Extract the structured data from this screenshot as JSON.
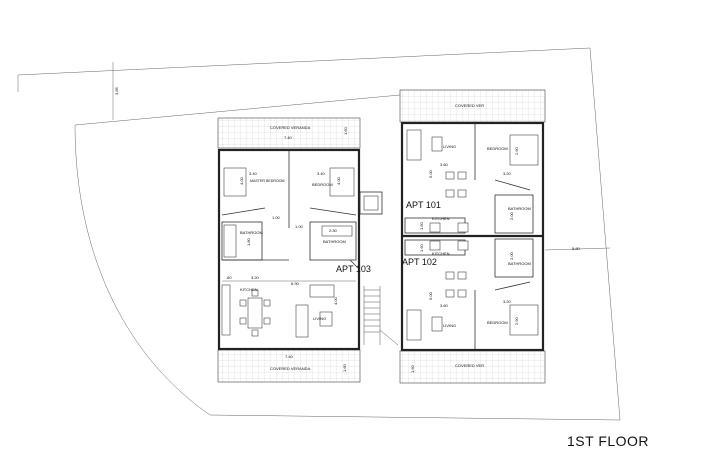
{
  "title": "1ST FLOOR",
  "site": {
    "dim_left": "3.85",
    "dim_right": "5.80"
  },
  "apt103": {
    "label": "APT 103",
    "veranda_top": "COVERED VERANDA",
    "veranda_top_dim": "7.40",
    "veranda_top_depth": "1.60",
    "veranda_bottom": "COVERED VERANDA",
    "veranda_bottom_dim": "7.40",
    "veranda_bottom_depth": "1.60",
    "master_bedroom": "MASTER BEDROOM",
    "master_w": "3.40",
    "master_h": "4.00",
    "bedroom": "BEDROOM",
    "bedroom_w": "3.40",
    "bedroom_h": "4.00",
    "bathroom1": "BATHROOM",
    "bathroom1_dim": "1.80",
    "bathroom2": "BATHROOM",
    "bathroom2_dim": "2.30",
    "corridor_w1": "1.00",
    "corridor_w2": "1.00",
    "kitchen": "KITCHEN",
    "living": "LIVING",
    "dim_a": ".80",
    "dim_b": "3.20",
    "dim_c": "6.90",
    "dim_d": "4.00"
  },
  "apt101": {
    "label": "APT 101",
    "veranda": "COVERED VER",
    "living": "LIVING",
    "living_w": "3.60",
    "living_h": "5.00",
    "bedroom": "BEDROOM",
    "bedroom_w": "3.20",
    "bedroom_h": "2.90",
    "bathroom": "BATHROOM",
    "bathroom_dim": "2.00",
    "kitchen": "KITCHEN",
    "kitchen_dim": "1.60"
  },
  "apt102": {
    "label": "APT 102",
    "veranda": "COVERED VER",
    "veranda_depth": "1.60",
    "living": "LIVING",
    "living_w": "3.60",
    "living_h": "5.00",
    "bedroom": "BEDROOM",
    "bedroom_w": "3.20",
    "bedroom_h": "2.90",
    "bathroom": "BATHROOM",
    "bathroom_dim": "2.00",
    "kitchen": "KITCHEN",
    "kitchen_dim": "1.60"
  }
}
